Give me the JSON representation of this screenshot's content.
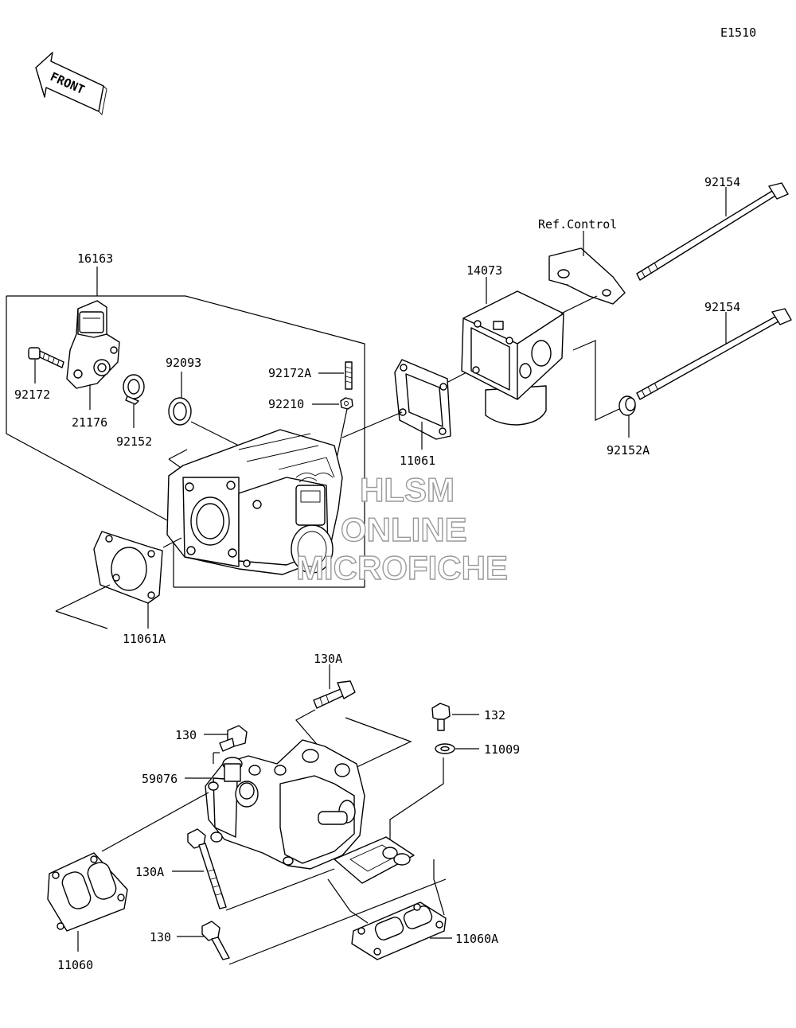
{
  "diagram_code": "E1510",
  "front_label": "FRONT",
  "ref_control": "Ref.Control",
  "watermark": {
    "line1": "HLSM",
    "line2": "ONLINE",
    "line3": "MICROFICHE"
  },
  "labels": {
    "p16163": "16163",
    "p92172": "92172",
    "p21176": "21176",
    "p92152": "92152",
    "p92093": "92093",
    "p92172A": "92172A",
    "p92210": "92210",
    "p11061": "11061",
    "p11061A": "11061A",
    "p14073": "14073",
    "p92154_top": "92154",
    "p92154_mid": "92154",
    "p92152A": "92152A",
    "p130A_top": "130A",
    "p132": "132",
    "p130_top": "130",
    "p11009": "11009",
    "p59076": "59076",
    "p130A_left": "130A",
    "p130_bottom": "130",
    "p11060": "11060",
    "p11060A": "11060A"
  }
}
